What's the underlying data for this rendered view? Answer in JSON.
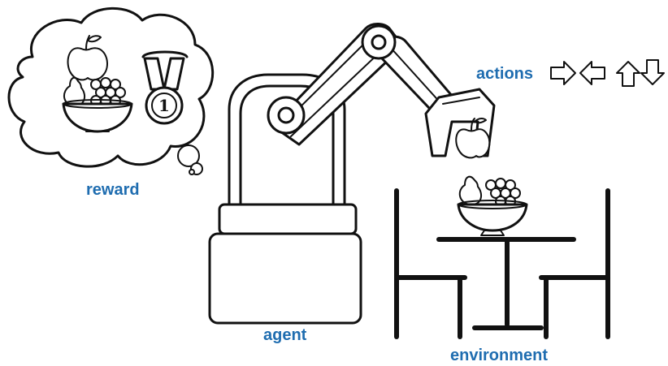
{
  "colors": {
    "label": "#1f6db0",
    "ink": "#111111",
    "background": "#ffffff"
  },
  "labels": {
    "actions": "actions",
    "reward": "reward",
    "agent": "agent",
    "environment": "environment"
  },
  "medal": {
    "number": "1"
  },
  "action_icons": [
    "arrow-right-icon",
    "arrow-left-icon",
    "arrow-up-icon",
    "arrow-down-icon"
  ]
}
